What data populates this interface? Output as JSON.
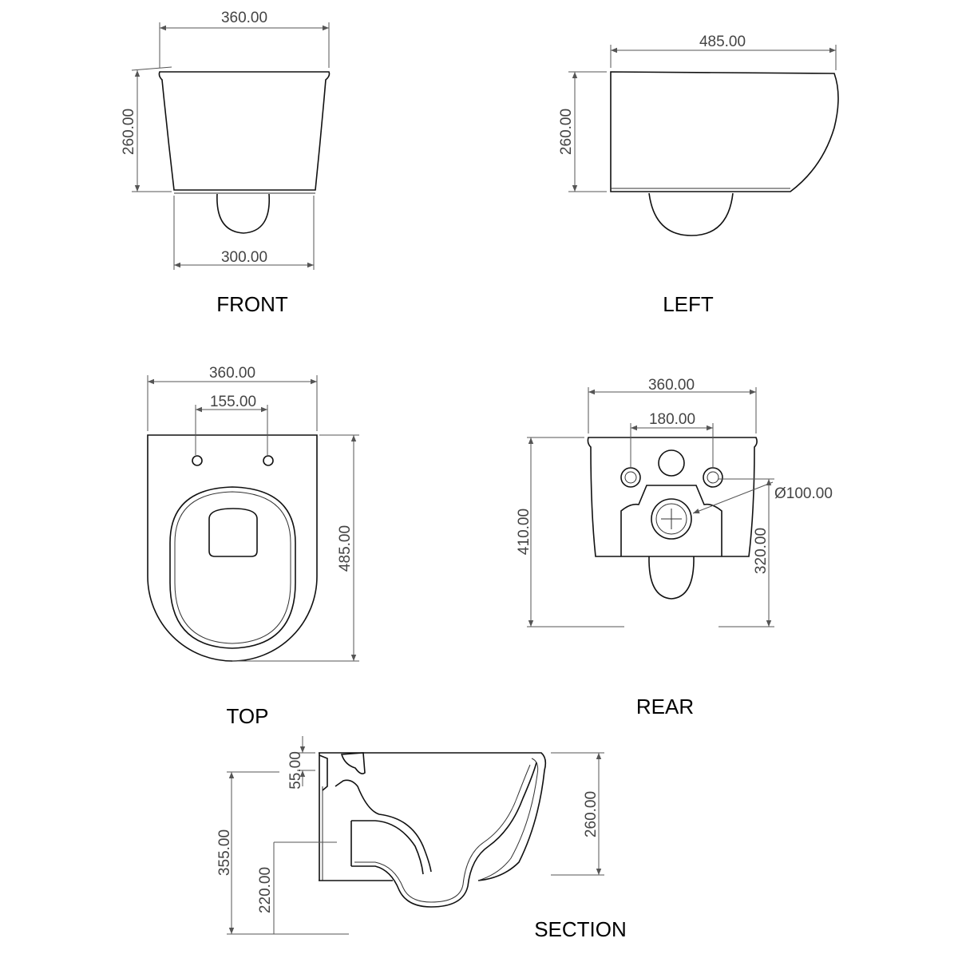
{
  "views": {
    "front": {
      "title": "FRONT",
      "dims": {
        "top_width": "360.00",
        "height": "260.00",
        "bottom_width": "300.00"
      }
    },
    "left": {
      "title": "LEFT",
      "dims": {
        "depth": "485.00",
        "height": "260.00"
      }
    },
    "top": {
      "title": "TOP",
      "dims": {
        "width": "360.00",
        "hole_spacing": "155.00",
        "depth": "485.00"
      }
    },
    "rear": {
      "title": "REAR",
      "dims": {
        "width": "360.00",
        "fixing_spacing": "180.00",
        "outlet_diameter": "Ø100.00",
        "total_height": "410.00",
        "outlet_height": "320.00"
      }
    },
    "section": {
      "title": "SECTION",
      "dims": {
        "inlet": "55.00",
        "inlet_height": "355.00",
        "outlet_height": "220.00",
        "height": "260.00"
      }
    }
  }
}
